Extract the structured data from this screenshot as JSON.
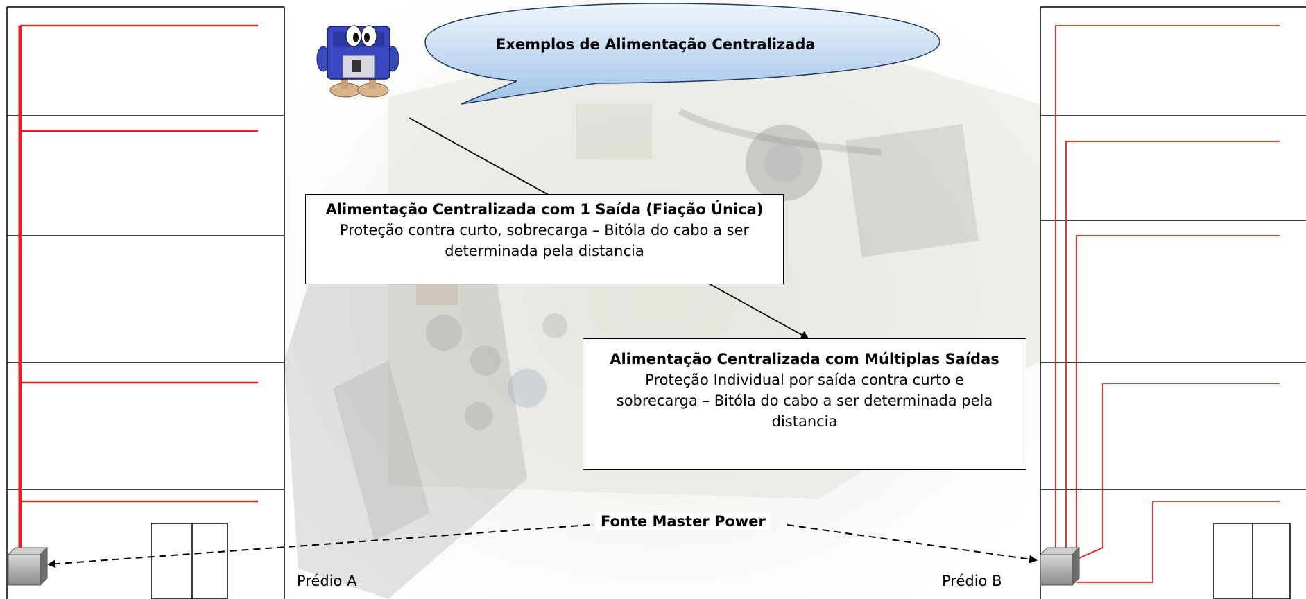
{
  "banner": {
    "text": "Exemplos de Alimentação Centralizada"
  },
  "callout_single": {
    "title": "Alimentação Centralizada com 1 Saída (Fiação Única)",
    "body": "Proteção contra curto, sobrecarga – Bitóla do cabo a ser determinada pela distancia"
  },
  "callout_multi": {
    "title": "Alimentação Centralizada com Múltiplas Saídas",
    "body": "Proteção Individual por saída contra curto e sobrecarga – Bitóla do cabo  a ser determinada pela distancia"
  },
  "power_source": {
    "label": "Fonte Master Power"
  },
  "buildings": {
    "a_label": "Prédio A",
    "b_label": "Prédio B"
  },
  "colors": {
    "wire": "#ee1c1c",
    "outline": "#000000",
    "bubble_top": "#eaf2fb",
    "bubble_bottom": "#9cbfe6"
  },
  "icons": {
    "mascot": "floppy-disk-mascot",
    "power_supply_block": "power-supply-box"
  }
}
